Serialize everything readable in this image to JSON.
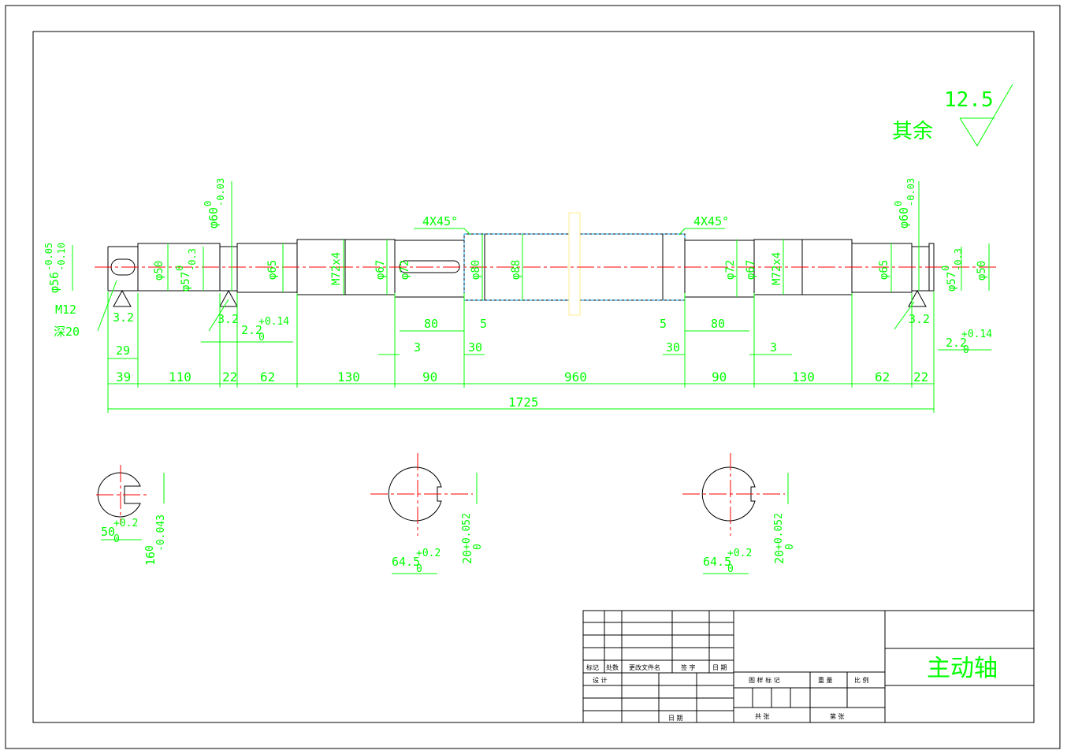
{
  "roughness": {
    "value": "12.5",
    "label": "其余"
  },
  "chamfers": [
    "4X45°",
    "4X45°"
  ],
  "diameters": {
    "d56": "φ56",
    "d56_tol_up": "-0.05",
    "d56_tol_lo": "-0.10",
    "d60": "φ60",
    "d60_tol_up": "0",
    "d60_tol_lo": "-0.03",
    "d50": "φ50",
    "d57": "φ57",
    "d57_tol_up": "0",
    "d57_tol_lo": "-0.3",
    "d65": "φ65",
    "m72": "M72x4",
    "d67": "φ67",
    "d72": "φ72",
    "d80": "φ80",
    "d88": "φ88"
  },
  "thread": {
    "m12": "M12",
    "depth": "深20"
  },
  "local_dims": {
    "r32": "3.2",
    "groove": "2.2",
    "groove_up": "+0.14",
    "groove_lo": "0",
    "d29": "29",
    "d80": "80",
    "d5": "5",
    "d3": "3",
    "d30": "30"
  },
  "segment_dims": [
    "39",
    "110",
    "22",
    "62",
    "130",
    "90",
    "960",
    "90",
    "130",
    "62",
    "22"
  ],
  "total_length": "1725",
  "sections": [
    {
      "dia": "50",
      "dia_up": "+0.2",
      "dia_lo": "0",
      "key": "16",
      "key_up": "0",
      "key_lo": "-0.043"
    },
    {
      "dia": "64.5",
      "dia_up": "+0.2",
      "dia_lo": "0",
      "key": "20",
      "key_up": "+0.052",
      "key_lo": "0"
    },
    {
      "dia": "64.5",
      "dia_up": "+0.2",
      "dia_lo": "0",
      "key": "20",
      "key_up": "+0.052",
      "key_lo": "0"
    }
  ],
  "title_block": {
    "part_name": "主动轴",
    "rev_headers": [
      "标记",
      "处数",
      "更改文件名",
      "签 字",
      "日 期"
    ],
    "design": "设 计",
    "date": "日 期",
    "stage": "图 样 标 记",
    "weight": "重 量",
    "scale": "比 例",
    "total": "共   张",
    "sheet": "第   张"
  }
}
